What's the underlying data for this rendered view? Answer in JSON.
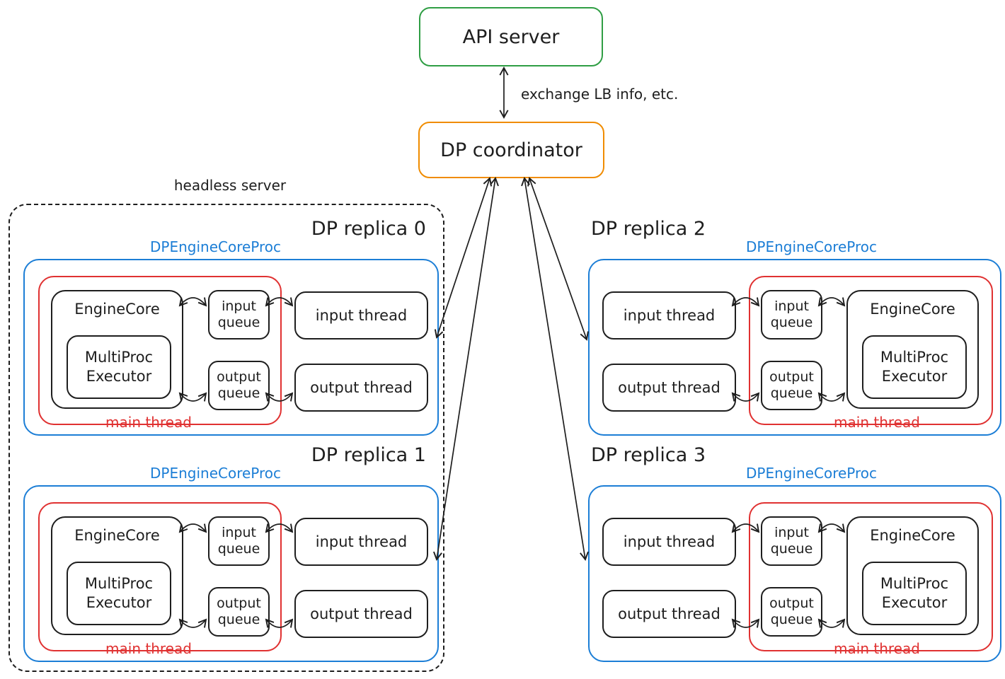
{
  "colors": {
    "green": "#2f9e44",
    "orange": "#f08c00",
    "blue": "#1c7ed6",
    "red": "#e03131",
    "ink": "#1e1e1e",
    "background": "#ffffff"
  },
  "api_server": {
    "label": "API server"
  },
  "coordinator": {
    "label": "DP coordinator"
  },
  "exchange_label": "exchange LB info, etc.",
  "headless_server": {
    "label": "headless server"
  },
  "shared": {
    "proc_label": "DPEngineCoreProc",
    "engine_core": "EngineCore",
    "multiproc_line1": "MultiProc",
    "multiproc_line2": "Executor",
    "input_queue_line1": "input",
    "input_queue_line2": "queue",
    "output_queue_line1": "output",
    "output_queue_line2": "queue",
    "input_thread": "input thread",
    "output_thread": "output thread",
    "main_thread": "main thread"
  },
  "replicas": [
    {
      "title": "DP replica 0"
    },
    {
      "title": "DP replica 1"
    },
    {
      "title": "DP replica 2"
    },
    {
      "title": "DP replica 3"
    }
  ]
}
